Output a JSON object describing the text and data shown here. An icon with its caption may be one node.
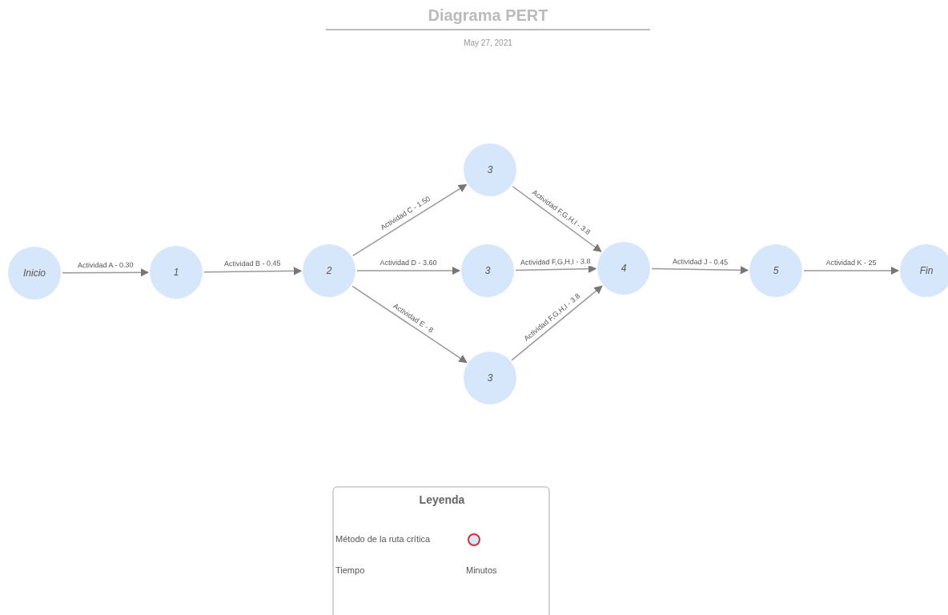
{
  "diagram": {
    "title": "Diagrama PERT",
    "nodes": [
      {
        "text": [
          "Inicio"
        ]
      },
      {
        "text": [
          "1"
        ]
      },
      {
        "text": [
          "2"
        ]
      },
      {
        "text": [
          "3"
        ]
      },
      {
        "text": [
          "3"
        ]
      },
      {
        "text": [
          "3"
        ]
      },
      {
        "text": [
          "4"
        ]
      },
      {
        "text": [
          "5"
        ]
      },
      {
        "text": [
          "Fin"
        ]
      }
    ],
    "edges": [
      {
        "from": 0,
        "to": 1,
        "arrow": "to",
        "label": "Actividad A - 0.30"
      },
      {
        "from": 1,
        "to": 2,
        "arrow": "to",
        "label": "Actividad B - 0.45"
      },
      {
        "from": 2,
        "to": 3,
        "arrow": "to",
        "label": "Actividad C - 1.50"
      },
      {
        "from": 2,
        "to": 4,
        "arrow": "to",
        "label": "Actividad D - 3.60"
      },
      {
        "from": 2,
        "to": 5,
        "arrow": "to",
        "label": "Actividad E - 8"
      },
      {
        "from": 3,
        "to": 6,
        "arrow": "to",
        "label": "Actividad F,G,H,I - 3.8"
      },
      {
        "from": 4,
        "to": 6,
        "arrow": "to",
        "label": "Actividad F,G,H,I - 3.8"
      },
      {
        "from": 5,
        "to": 6,
        "arrow": "to",
        "label": "Actividad F,G,H,I - 3.8"
      },
      {
        "from": 6,
        "to": 7,
        "arrow": "to",
        "label": "Actividad J - 0.45"
      },
      {
        "from": 7,
        "to": 8,
        "arrow": "to",
        "label": "Actividad K - 25"
      }
    ],
    "labels": [
      "May 27, 2021",
      "Leyenda",
      "Tiempo",
      "Minutos"
    ],
    "legend": [
      {
        "text": "Método de la ruta crítica"
      }
    ]
  }
}
